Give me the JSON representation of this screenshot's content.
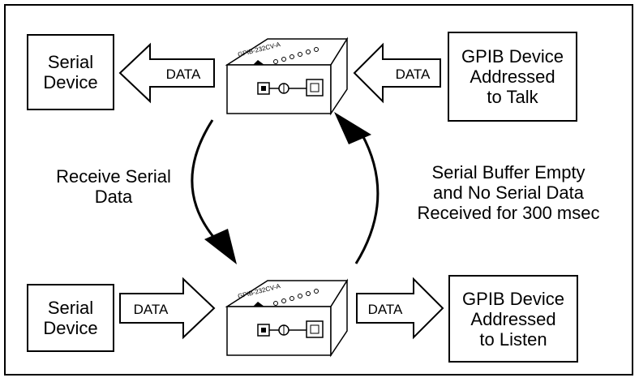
{
  "top": {
    "left_box": [
      "Serial",
      "Device"
    ],
    "arrow_left_label": "DATA",
    "arrow_right_label": "DATA",
    "right_box": [
      "GPIB Device",
      "Addressed",
      "to Talk"
    ],
    "device_label": "GPIB-232CV-A"
  },
  "bottom": {
    "left_box": [
      "Serial",
      "Device"
    ],
    "arrow_left_label": "DATA",
    "arrow_right_label": "DATA",
    "right_box": [
      "GPIB Device",
      "Addressed",
      "to Listen"
    ],
    "device_label": "GPIB-232CV-A"
  },
  "left_caption": [
    "Receive Serial",
    "Data"
  ],
  "right_caption": [
    "Serial Buffer Empty",
    "and No Serial Data",
    "Received for 300 msec"
  ]
}
